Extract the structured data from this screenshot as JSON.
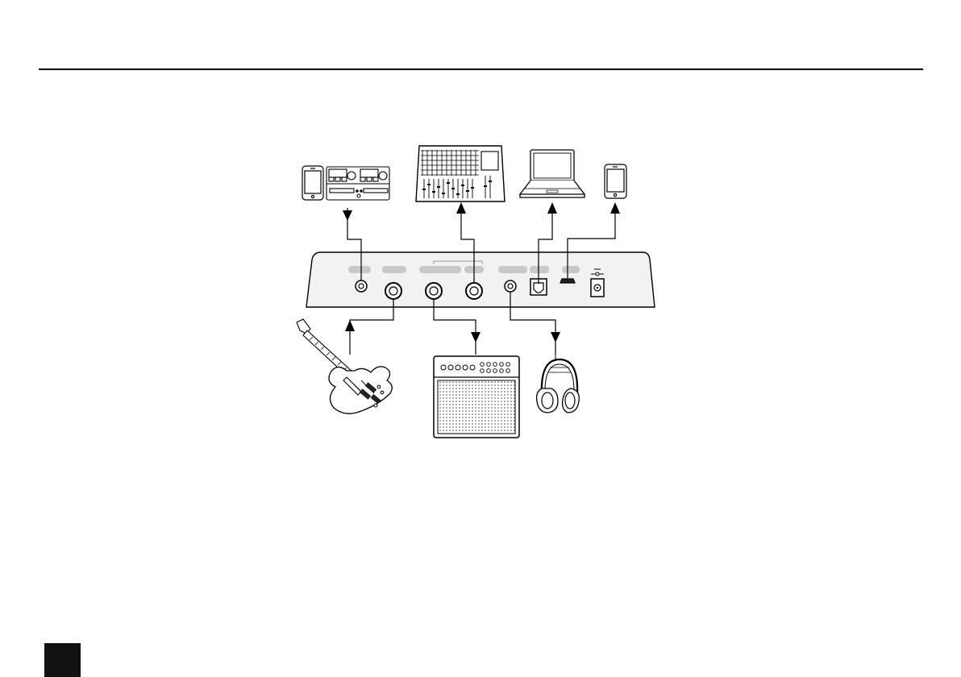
{
  "page": {
    "background": "#ffffff",
    "ink": "#000000",
    "panel_fill": "#f2f2f2",
    "label_fill": "#c8c8c8"
  },
  "diagram": {
    "devices": [
      "smartphone-icon",
      "cd-player-icon",
      "mixing-console-icon",
      "laptop-icon",
      "smartphone-icon",
      "electric-guitar-icon",
      "guitar-amplifier-icon",
      "headphones-icon"
    ],
    "unit_ports": [
      "aux-in-jack",
      "guitar-input-jack",
      "amp-output-jack",
      "line-output-jack",
      "headphone-jack",
      "usb-port",
      "micro-usb-port",
      "dc-power-port"
    ]
  }
}
